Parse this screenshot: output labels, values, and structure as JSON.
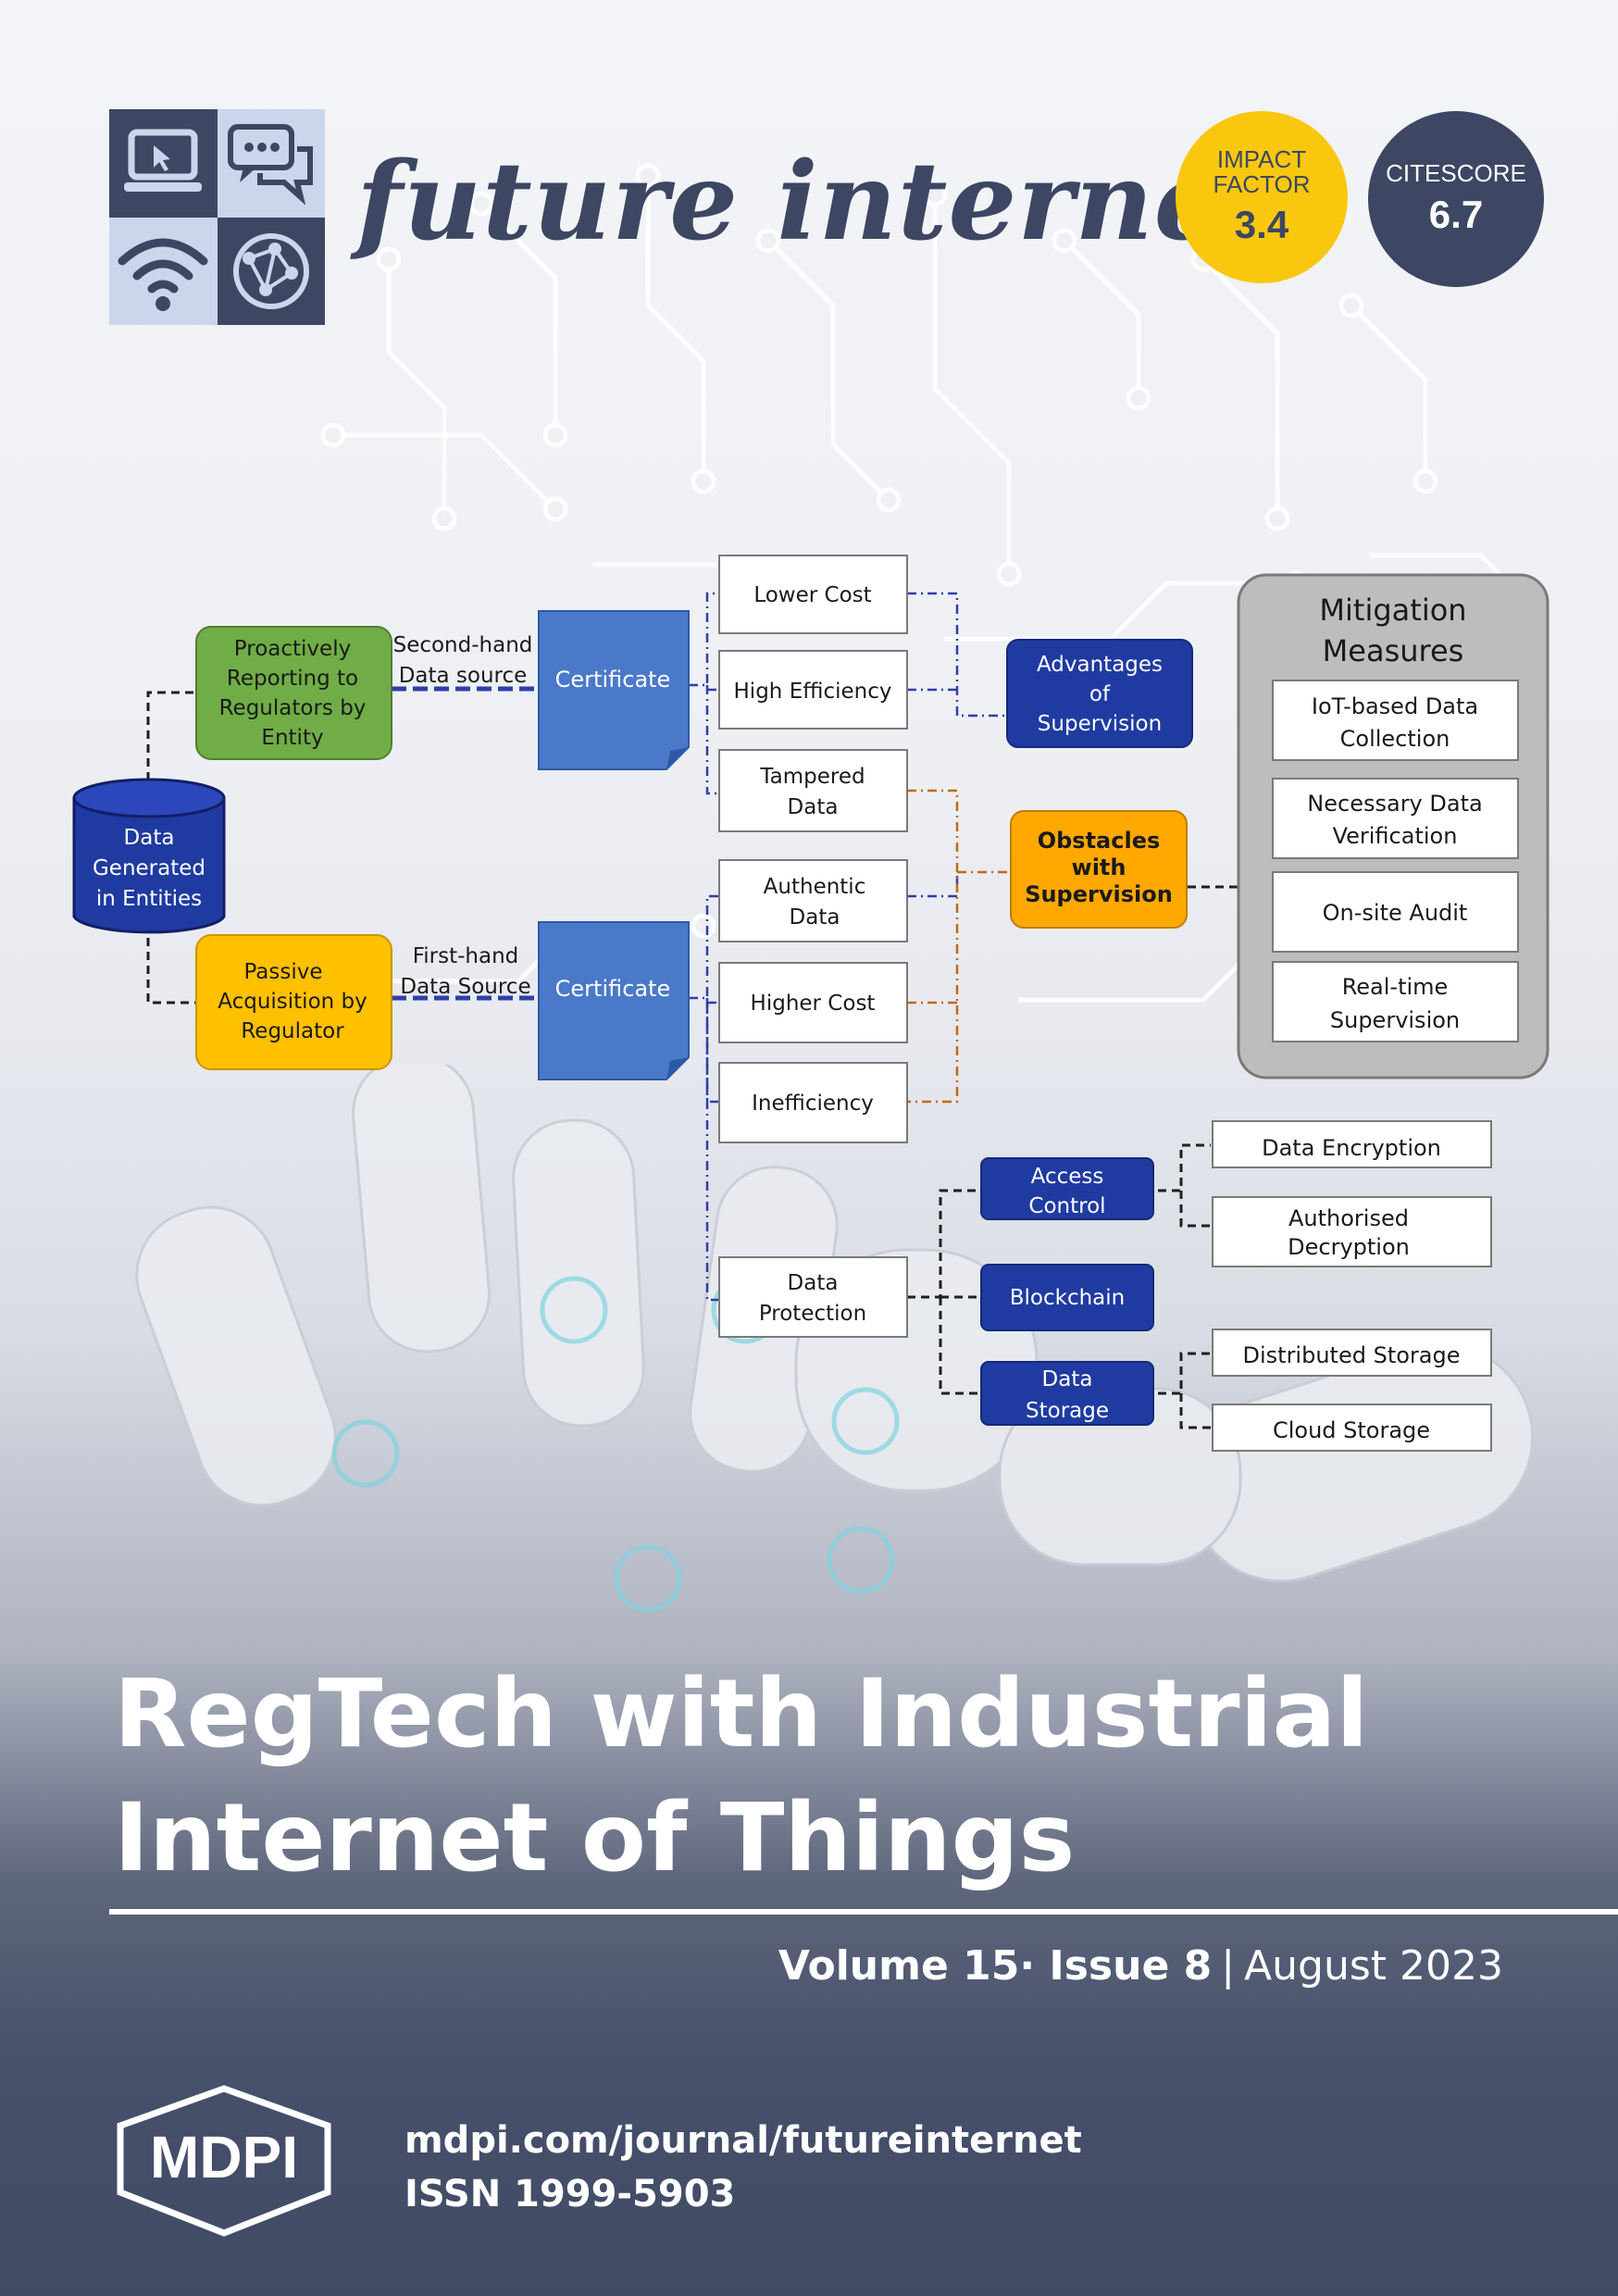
{
  "journal": {
    "name": "future internet"
  },
  "metrics": {
    "impact_factor_label_1": "IMPACT",
    "impact_factor_label_2": "FACTOR",
    "impact_factor_value": "3.4",
    "citescore_label": "CITESCORE",
    "citescore_value": "6.7"
  },
  "colors": {
    "navy": "#3d4763",
    "yellow": "#f9c80e",
    "green": "#70ad47",
    "orange": "#ffc000",
    "blue_cert": "#4472c4",
    "dark_blue": "#1f3aa1"
  },
  "diagram": {
    "data_generated": [
      "Data",
      "Generated",
      "in Entities"
    ],
    "proactive": [
      "Proactively",
      "Reporting to",
      "Regulators by",
      "Entity"
    ],
    "passive": [
      "Passive",
      "Acquisition by",
      "Regulator"
    ],
    "second_hand": [
      "Second-hand",
      "Data source"
    ],
    "first_hand": [
      "First-hand",
      "Data Source"
    ],
    "certificate": "Certificate",
    "lower_cost": "Lower Cost",
    "high_efficiency": "High Efficiency",
    "tampered": [
      "Tampered",
      "Data"
    ],
    "authentic": [
      "Authentic",
      "Data"
    ],
    "higher_cost": "Higher Cost",
    "inefficiency": "Inefficiency",
    "data_protection": [
      "Data",
      "Protection"
    ],
    "advantages": [
      "Advantages",
      "of",
      "Supervision"
    ],
    "obstacles": [
      "Obstacles",
      "with",
      "Supervision"
    ],
    "mitigation_title": [
      "Mitigation",
      "Measures"
    ],
    "iot": [
      "IoT-based Data",
      "Collection"
    ],
    "necessary": [
      "Necessary Data",
      "Verification"
    ],
    "onsite": "On-site Audit",
    "realtime": [
      "Real-time",
      "Supervision"
    ],
    "access_control": [
      "Access",
      "Control"
    ],
    "blockchain": "Blockchain",
    "data_storage": [
      "Data",
      "Storage"
    ],
    "data_encryption": "Data Encryption",
    "authorised": [
      "Authorised",
      "Decryption"
    ],
    "distributed": "Distributed Storage",
    "cloud": "Cloud Storage"
  },
  "article": {
    "title_line_1": "RegTech with Industrial",
    "title_line_2": "Internet of Things"
  },
  "issue": {
    "volume_issue": "Volume 15· Issue 8",
    "separator": "|",
    "date": "August 2023"
  },
  "footer": {
    "publisher": "MDPI",
    "url": "mdpi.com/journal/futureinternet",
    "issn": "ISSN 1999-5903"
  }
}
